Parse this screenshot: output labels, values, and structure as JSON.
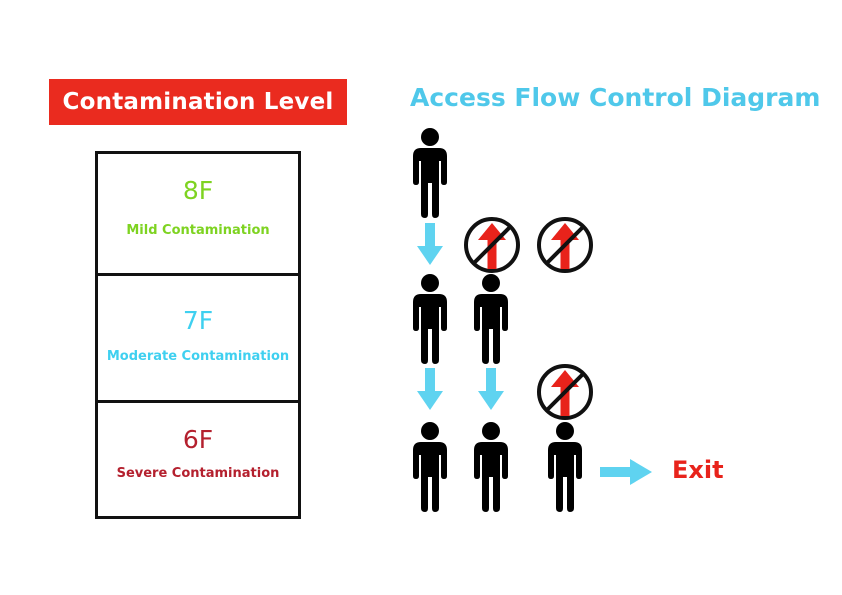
{
  "left_title": "Contamination Level",
  "diagram_title": "Access Flow Control Diagram",
  "floors": [
    {
      "floor": "8F",
      "label": "Mild Contamination"
    },
    {
      "floor": "7F",
      "label": "Moderate Contamination"
    },
    {
      "floor": "6F",
      "label": "Severe Contamination"
    }
  ],
  "exit_label": "Exit",
  "colors": {
    "title_bg": "#ea2b1f",
    "diagram_title": "#4fc8ea",
    "mild": "#7ed321",
    "moderate": "#3fd0f0",
    "severe": "#b4202e",
    "arrow": "#5fd3f0",
    "exit": "#e8231b",
    "person": "#000000",
    "prohibit_arrow": "#e8231b"
  },
  "icons": {
    "person": "person-icon",
    "down_arrow": "down-arrow-icon",
    "no_entry": "no-upward-entry-icon",
    "exit_arrow": "right-arrow-icon"
  }
}
